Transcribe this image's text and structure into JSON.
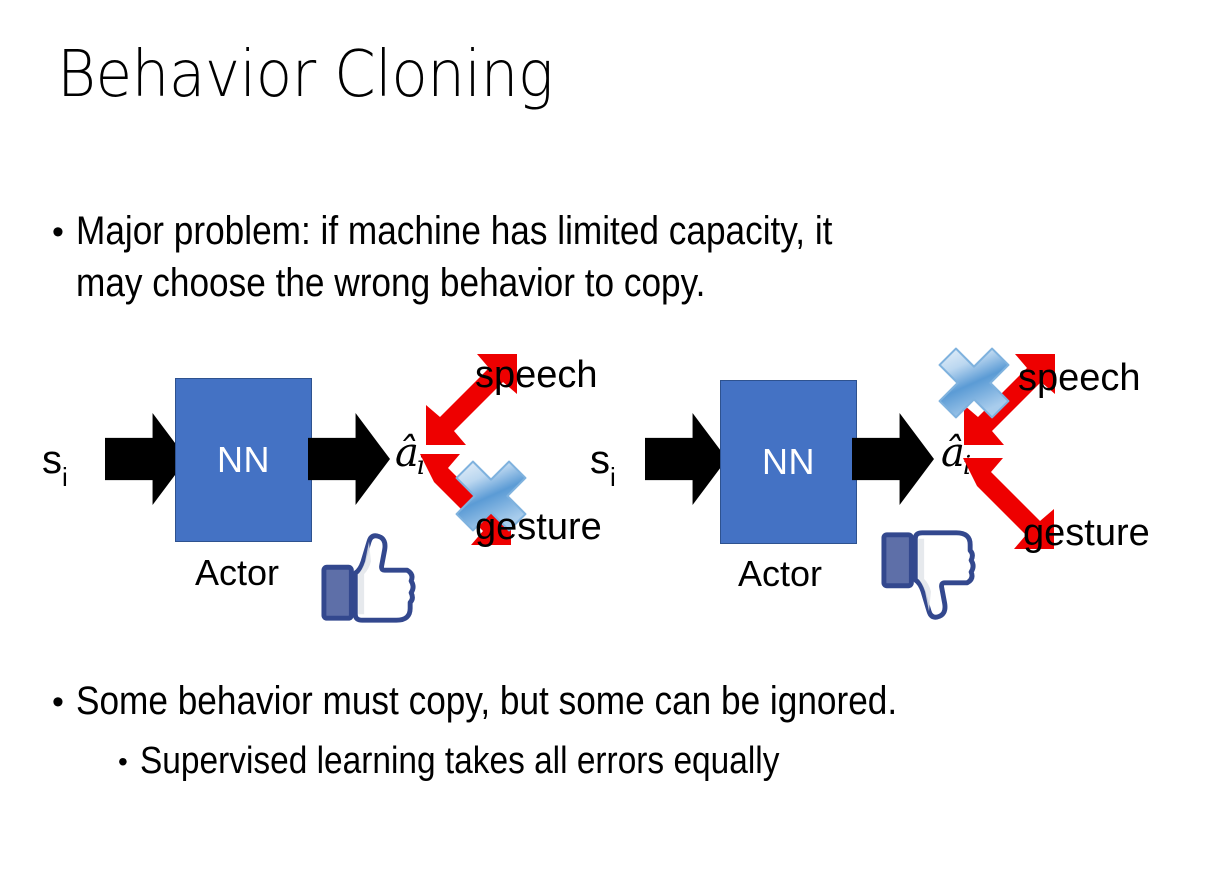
{
  "slide": {
    "title": "Behavior Cloning",
    "background_color": "#FFFFFF"
  },
  "bullets": [
    {
      "level": 1,
      "marker": "•",
      "text": "Major problem: if machine has limited capacity, it\nmay choose the wrong behavior to copy."
    },
    {
      "level": 1,
      "marker": "•",
      "text": "Some behavior must copy, but some can be ignored."
    },
    {
      "level": 2,
      "marker": "•",
      "text": "Supervised learning takes all errors equally"
    }
  ],
  "diagrams": [
    {
      "id": "left",
      "input_label": "s",
      "input_subscript": "i",
      "box_label": "NN",
      "box_caption": "Actor",
      "box_color": "#4472C4",
      "box_text_color": "#FFFFFF",
      "output_label": "â",
      "output_subscript": "i",
      "branches": [
        {
          "name": "speech",
          "label": "speech",
          "direction": "up-right",
          "arrow_color": "#EE0000",
          "crossed": false
        },
        {
          "name": "gesture",
          "label": "gesture",
          "direction": "down-right",
          "arrow_color": "#EE0000",
          "crossed": true
        }
      ],
      "verdict_icon": "thumbs-up-icon",
      "verdict_color": "#3B5998"
    },
    {
      "id": "right",
      "input_label": "s",
      "input_subscript": "i",
      "box_label": "NN",
      "box_caption": "Actor",
      "box_color": "#4472C4",
      "box_text_color": "#FFFFFF",
      "output_label": "â",
      "output_subscript": "i",
      "branches": [
        {
          "name": "speech",
          "label": "speech",
          "direction": "up-right",
          "arrow_color": "#EE0000",
          "crossed": true
        },
        {
          "name": "gesture",
          "label": "gesture",
          "direction": "down-right",
          "arrow_color": "#EE0000",
          "crossed": false
        }
      ],
      "verdict_icon": "thumbs-down-icon",
      "verdict_color": "#3B5998"
    }
  ],
  "colors": {
    "nn_blue": "#4472C4",
    "arrow_red": "#EE0000",
    "x_blue": "#5B9BD5",
    "thumb_blue": "#3B5998",
    "text_black": "#000000"
  }
}
